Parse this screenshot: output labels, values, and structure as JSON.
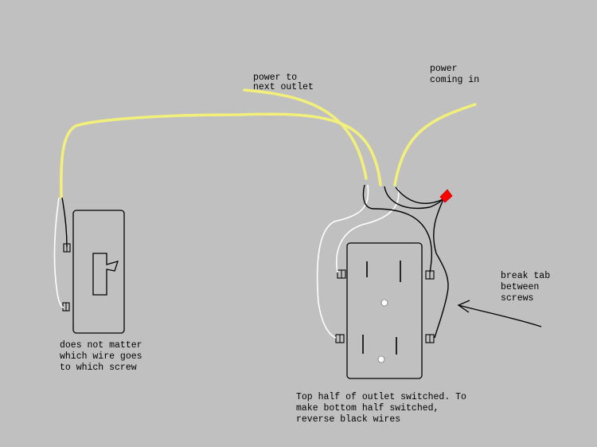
{
  "labels": {
    "power_to_next": [
      "power to",
      "next outlet"
    ],
    "power_in": [
      "power",
      "coming in"
    ],
    "switch_note": [
      "does not matter",
      "which wire goes",
      "to which screw"
    ],
    "break_tab": [
      "break tab",
      "between",
      "screws"
    ],
    "outlet_note": [
      "Top half of outlet switched.  To",
      "make bottom half switched,",
      "reverse black wires"
    ]
  },
  "colors": {
    "background": "#c0c0c0",
    "cable": "#f2f07a",
    "hot_wire": "#000000",
    "neutral_wire": "#ffffff",
    "wire_nut": "#ff0000"
  }
}
